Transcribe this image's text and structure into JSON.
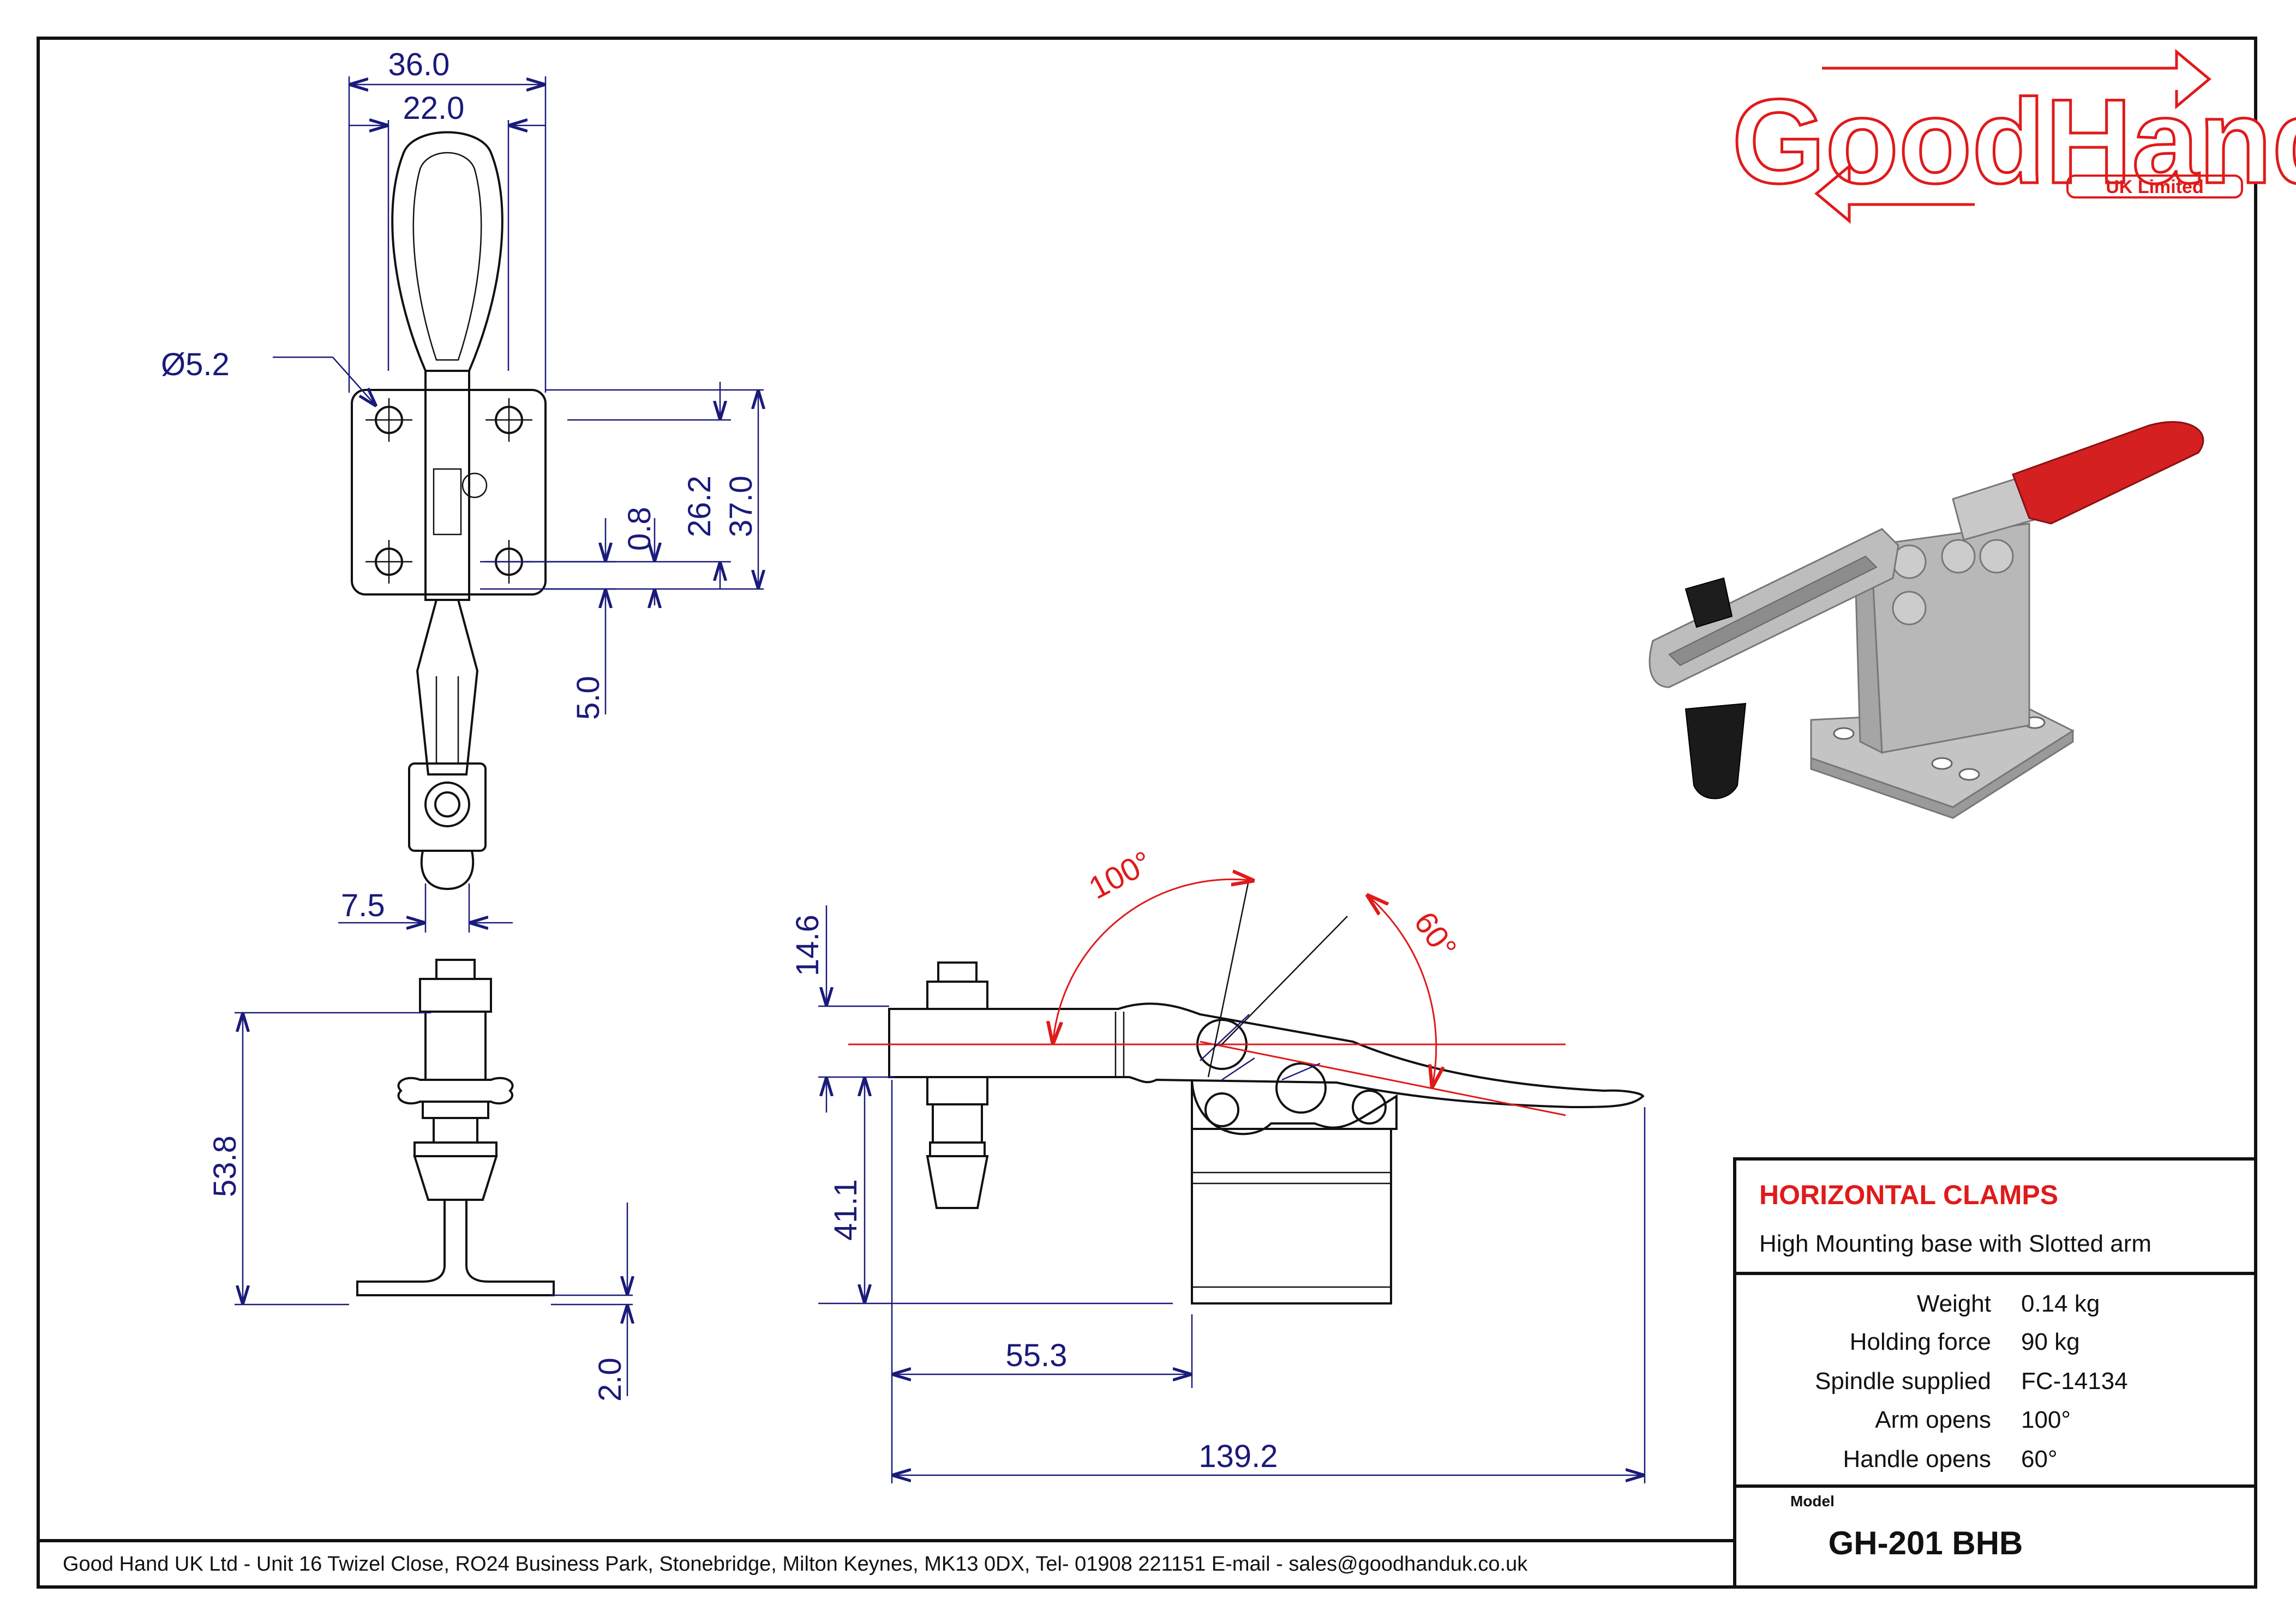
{
  "brand": {
    "name": "GoodHand",
    "sub": "UK Limited",
    "color": "#e01a1a"
  },
  "dimensions": {
    "width_outer": "36.0",
    "width_inner": "22.0",
    "hole_dia": "Ø5.2",
    "hole_spacing": "26.2",
    "base_length": "37.0",
    "offset_small": "0.8",
    "offset_edge": "5.0",
    "arm_width": "7.5",
    "total_height": "53.8",
    "base_thickness": "2.0",
    "arm_height": "14.6",
    "pivot_height": "41.1",
    "reach": "55.3",
    "overall_length": "139.2",
    "arm_angle": "100°",
    "handle_angle": "60°"
  },
  "title_block": {
    "title": "HORIZONTAL CLAMPS",
    "subtitle": "High Mounting base with Slotted arm",
    "specs": [
      {
        "label": "Weight",
        "value": "0.14 kg"
      },
      {
        "label": "Holding force",
        "value": "90 kg"
      },
      {
        "label": "Spindle supplied",
        "value": "FC-14134"
      },
      {
        "label": "Arm opens",
        "value": "100°"
      },
      {
        "label": "Handle opens",
        "value": "60°"
      }
    ],
    "model_label": "Model",
    "model": "GH-201 BHB"
  },
  "footer": {
    "address": "Good Hand UK Ltd  - Unit 16 Twizel Close, RO24 Business Park, Stonebridge, Milton Keynes, MK13 0DX,  Tel- 01908 221151  E-mail - sales@goodhanduk.co.uk"
  },
  "colors": {
    "dimension": "#1a1a7a",
    "accent": "#e01a1a",
    "handle_grip": "#d42020",
    "rubber_tip": "#1a1a1a",
    "metal": "#b8b8b8"
  }
}
